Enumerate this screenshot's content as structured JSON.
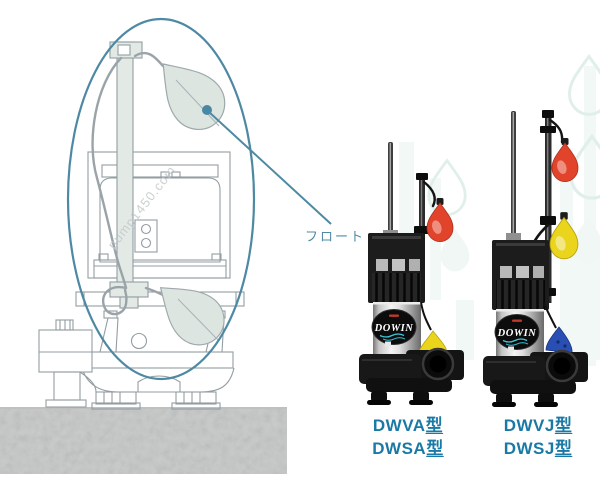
{
  "scene": {
    "background": "#ffffff",
    "accent_teal": "#4e89a4",
    "ground_gray": "#cacccb"
  },
  "diagram": {
    "float_label": "フロート",
    "watermark": "pump1450.com",
    "float_fill": "#dde5e1",
    "line_color": "#939da2"
  },
  "photo": {
    "brand": "DOWIN",
    "float_colors": {
      "red": "#e2432b",
      "yellow": "#ead41c",
      "blue": "#2a4fb4"
    },
    "ghost_tint": "#e7f3ef"
  },
  "products": [
    {
      "models": [
        {
          "base": "DWVA",
          "suffix": "型"
        },
        {
          "base": "DWSA",
          "suffix": "型"
        }
      ]
    },
    {
      "models": [
        {
          "base": "DWVJ",
          "suffix": "型"
        },
        {
          "base": "DWSJ",
          "suffix": "型"
        }
      ]
    }
  ],
  "colors": {
    "model_label_text": "#1a7aa5",
    "callout": "#4e89a4"
  }
}
